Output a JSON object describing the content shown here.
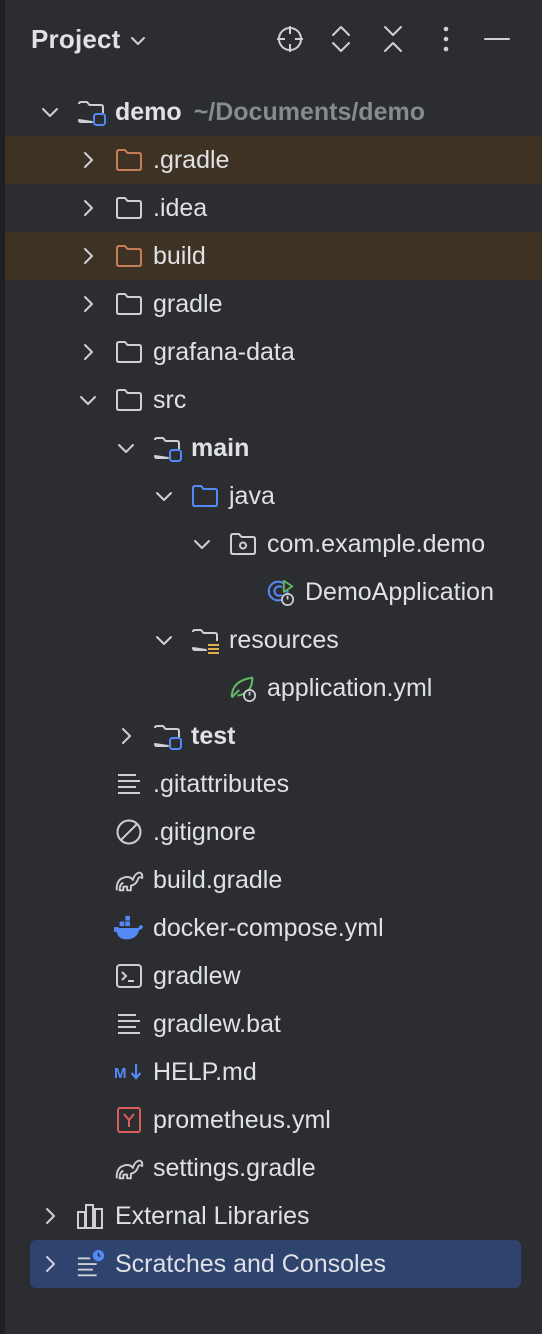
{
  "header": {
    "title": "Project",
    "actions": [
      "select-opened-file",
      "expand-all",
      "collapse-all",
      "options",
      "hide"
    ]
  },
  "tree": [
    {
      "label": "demo",
      "sub": "~/Documents/demo",
      "depth": 0,
      "expanded": true,
      "icon": "module-folder-icon",
      "bold": true
    },
    {
      "label": ".gradle",
      "depth": 1,
      "expanded": false,
      "icon": "excluded-folder-icon",
      "excluded": true
    },
    {
      "label": ".idea",
      "depth": 1,
      "expanded": false,
      "icon": "folder-icon"
    },
    {
      "label": "build",
      "depth": 1,
      "expanded": false,
      "icon": "excluded-folder-icon",
      "excluded": true
    },
    {
      "label": "gradle",
      "depth": 1,
      "expanded": false,
      "icon": "folder-icon"
    },
    {
      "label": "grafana-data",
      "depth": 1,
      "expanded": false,
      "icon": "folder-icon"
    },
    {
      "label": "src",
      "depth": 1,
      "expanded": true,
      "icon": "folder-icon"
    },
    {
      "label": "main",
      "depth": 2,
      "expanded": true,
      "icon": "module-folder-icon",
      "bold": true
    },
    {
      "label": "java",
      "depth": 3,
      "expanded": true,
      "icon": "source-folder-icon"
    },
    {
      "label": "com.example.demo",
      "depth": 4,
      "expanded": true,
      "icon": "package-icon"
    },
    {
      "label": "DemoApplication",
      "depth": 5,
      "icon": "spring-class-icon"
    },
    {
      "label": "resources",
      "depth": 3,
      "expanded": true,
      "icon": "resources-folder-icon"
    },
    {
      "label": "application.yml",
      "depth": 4,
      "icon": "spring-config-icon"
    },
    {
      "label": "test",
      "depth": 2,
      "expanded": false,
      "icon": "module-folder-icon",
      "bold": true
    },
    {
      "label": ".gitattributes",
      "depth": 1,
      "icon": "text-file-icon"
    },
    {
      "label": ".gitignore",
      "depth": 1,
      "icon": "ignore-file-icon"
    },
    {
      "label": "build.gradle",
      "depth": 1,
      "icon": "gradle-icon"
    },
    {
      "label": "docker-compose.yml",
      "depth": 1,
      "icon": "docker-icon"
    },
    {
      "label": "gradlew",
      "depth": 1,
      "icon": "shell-script-icon"
    },
    {
      "label": "gradlew.bat",
      "depth": 1,
      "icon": "text-file-icon"
    },
    {
      "label": "HELP.md",
      "depth": 1,
      "icon": "markdown-icon"
    },
    {
      "label": "prometheus.yml",
      "depth": 1,
      "icon": "yaml-icon"
    },
    {
      "label": "settings.gradle",
      "depth": 1,
      "icon": "gradle-icon"
    },
    {
      "label": "External Libraries",
      "depth": 0,
      "expanded": false,
      "icon": "library-icon"
    },
    {
      "label": "Scratches and Consoles",
      "depth": 0,
      "expanded": false,
      "icon": "scratches-icon",
      "selected": true
    }
  ],
  "colors": {
    "background": "#2b2d30",
    "text": "#dfe1e5",
    "muted": "#868a91",
    "excluded_row": "#3d3223",
    "selected_row": "#2e436e",
    "folder_stroke": "#ced0d6",
    "excluded_folder": "#c77d55",
    "module_blue": "#548af7",
    "spring_green": "#5fb865"
  }
}
